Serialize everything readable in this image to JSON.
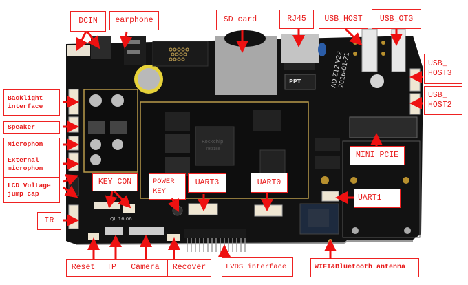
{
  "colors": {
    "label_border": "#ee2222",
    "label_text": "#e81c1c",
    "arrow": "#ee1111",
    "pcb": "#141414",
    "gold_outline": "#b89a4a",
    "connector_white": "#efe6d2"
  },
  "board": {
    "silkscreen_model": "AD Z12 V22",
    "silkscreen_date": "2016-01-21",
    "chip_brand": "Rockchip",
    "chip_model": "RK3188",
    "silkscreen_ql": "QL 16.06",
    "magnetics_label": "PPT"
  },
  "labels": {
    "dcin": "DCIN",
    "earphone": "earphone",
    "sd_card": "SD card",
    "rj45": "RJ45",
    "usb_host": "USB_HOST",
    "usb_otg": "USB_OTG",
    "usb_host3_line1": "USB_",
    "usb_host3_line2": "HOST3",
    "usb_host2_line1": "USB_",
    "usb_host2_line2": "HOST2",
    "backlight_line1": "Backlight",
    "backlight_line2": "interface",
    "speaker": "Speaker",
    "microphon": "Microphon",
    "ext_mic_line1": "External",
    "ext_mic_line2": "microphon",
    "lcd_line1": "LCD Voltage",
    "lcd_line2": "jump cap",
    "ir": "IR",
    "key_con": "KEY CON",
    "power_key_line1": "POWER",
    "power_key_line2": "KEY",
    "uart3": "UART3",
    "uart0": "UART0",
    "uart1": "UART1",
    "mini_pcie": "MINI PCIE",
    "reset": "Reset",
    "tp": "TP",
    "camera": "Camera",
    "recover": "Recover",
    "lvds": "LVDS interface",
    "wifi_bt": "WIFI&Bluetooth antenna"
  }
}
